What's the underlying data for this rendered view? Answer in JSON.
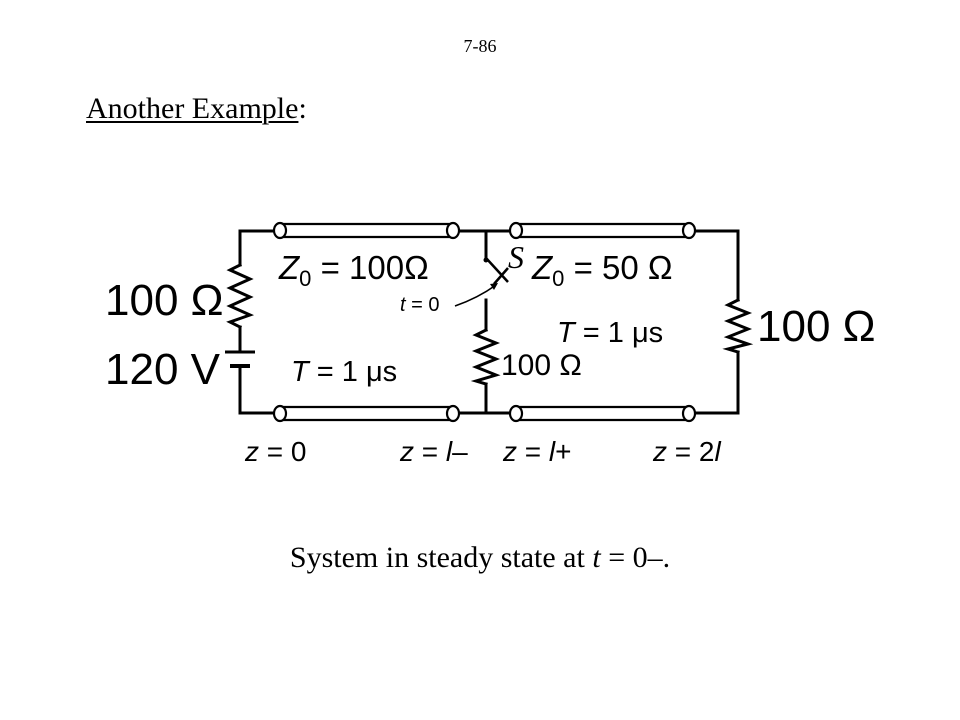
{
  "slide": {
    "page_number": "7-86",
    "heading_underlined": "Another Example",
    "heading_suffix": ":",
    "caption_prefix": "System in steady state at ",
    "caption_italic": "t",
    "caption_suffix": " = 0–."
  },
  "circuit": {
    "source_resistor": "100 Ω",
    "source_voltage": "120 V",
    "line1": {
      "z0_sym": "Z",
      "z0_sub": "0",
      "z0_value": " = 100Ω",
      "delay_sym": "T",
      "delay_value": " = 1 μs"
    },
    "line2": {
      "z0_sym": "Z",
      "z0_sub": "0",
      "z0_value": " = 50 Ω",
      "delay_sym": "T",
      "delay_value": " = 1 μs"
    },
    "switch": {
      "name": "S",
      "time_sym": "t",
      "time_value": " = 0"
    },
    "mid_resistor": "100 Ω",
    "load_resistor": "100 Ω",
    "positions": [
      {
        "sym": "z",
        "value": " = 0"
      },
      {
        "sym": "z",
        "value": " = ",
        "italic_tail": "l",
        "tail": "–"
      },
      {
        "sym": "z",
        "value": " = ",
        "italic_tail": "l",
        "tail": "+"
      },
      {
        "sym": "z",
        "value": " = 2",
        "italic_tail": "l",
        "tail": ""
      }
    ]
  }
}
